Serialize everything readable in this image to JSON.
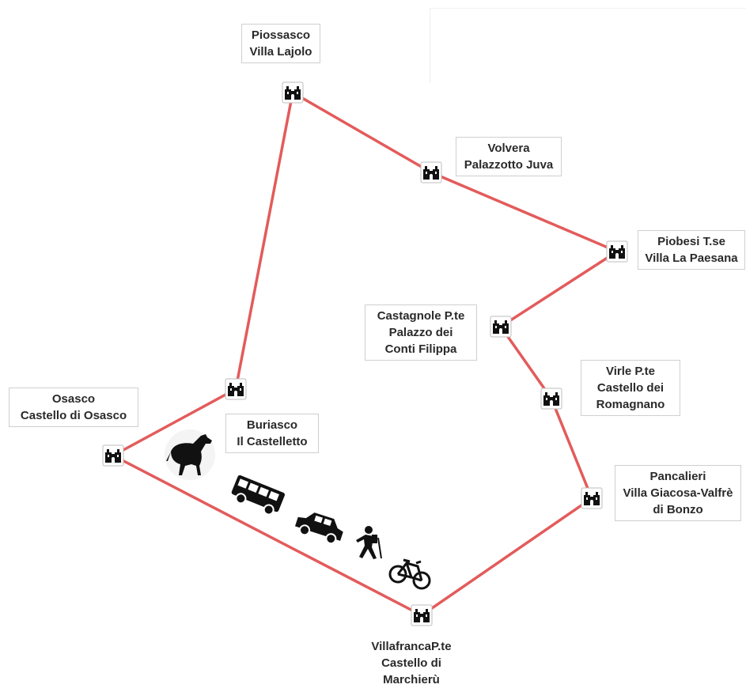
{
  "map": {
    "route_color": "#e35b5b",
    "castle_icon": "castle-icon",
    "stops": [
      {
        "id": "piossasco",
        "lines": [
          "Piossasco",
          "Villa Lajolo"
        ]
      },
      {
        "id": "volvera",
        "lines": [
          "Volvera",
          "Palazzotto Juva"
        ]
      },
      {
        "id": "piobesi",
        "lines": [
          "Piobesi T.se",
          "Villa La Paesana"
        ]
      },
      {
        "id": "castagnole",
        "lines": [
          "Castagnole P.te",
          "Palazzo dei",
          "Conti Filippa"
        ]
      },
      {
        "id": "virle",
        "lines": [
          "Virle P.te",
          "Castello dei",
          "Romagnano"
        ]
      },
      {
        "id": "pancalieri",
        "lines": [
          "Pancalieri",
          "Villa Giacosa-Valfrè",
          "di Bonzo"
        ]
      },
      {
        "id": "villafranca",
        "lines": [
          "VillafrancaP.te",
          "Castello di",
          "Marchierù"
        ]
      },
      {
        "id": "osasco",
        "lines": [
          "Osasco",
          "Castello di Osasco"
        ]
      },
      {
        "id": "buriasco",
        "lines": [
          "Buriasco",
          "Il Castelletto"
        ]
      }
    ],
    "transport_icons": [
      "horse-icon",
      "bus-icon",
      "car-icon",
      "hiker-icon",
      "bicycle-icon"
    ]
  }
}
